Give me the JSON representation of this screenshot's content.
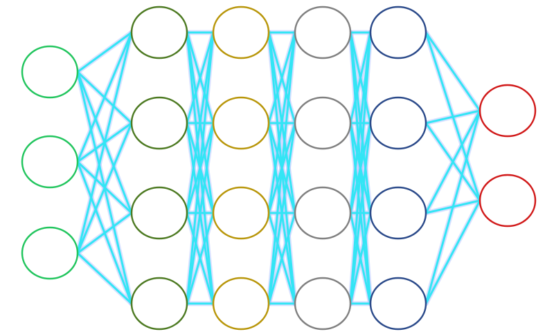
{
  "diagram": {
    "type": "neural-network",
    "connection_color": "#33e5f5",
    "connection_glow_color": "#b9c8ff",
    "layers": [
      {
        "name": "input-layer",
        "nodes": 3,
        "color": "#22c55e"
      },
      {
        "name": "hidden-layer-1",
        "nodes": 4,
        "color": "#4d7a22"
      },
      {
        "name": "hidden-layer-2",
        "nodes": 4,
        "color": "#b8960a"
      },
      {
        "name": "hidden-layer-3",
        "nodes": 4,
        "color": "#808080"
      },
      {
        "name": "hidden-layer-4",
        "nodes": 4,
        "color": "#2b4a8a"
      },
      {
        "name": "output-layer",
        "nodes": 2,
        "color": "#d11a1a"
      }
    ]
  }
}
